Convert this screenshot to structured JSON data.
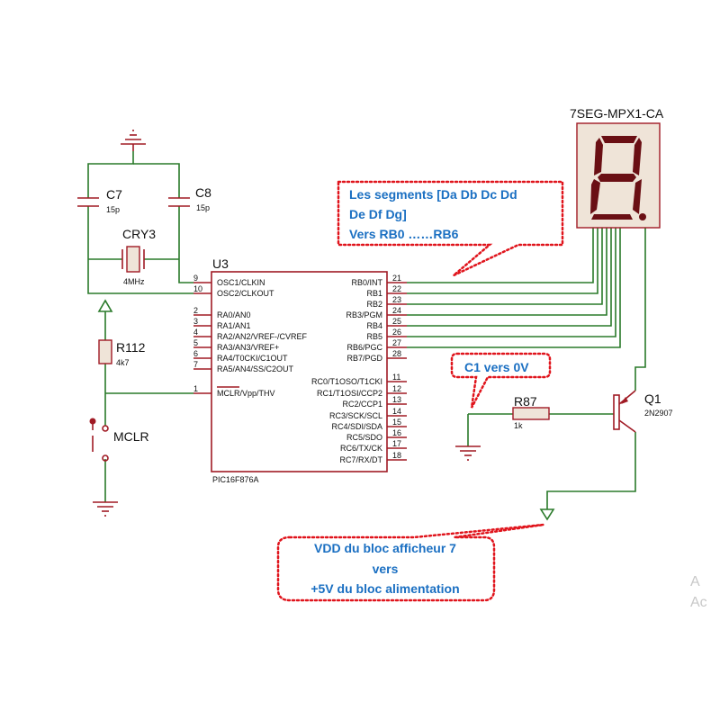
{
  "components": {
    "c7": {
      "ref": "C7",
      "value": "15p"
    },
    "c8": {
      "ref": "C8",
      "value": "15p"
    },
    "cry3": {
      "ref": "CRY3",
      "value": "4MHz"
    },
    "r112": {
      "ref": "R112",
      "value": "4k7"
    },
    "mclr": {
      "ref": "MCLR"
    },
    "u3": {
      "ref": "U3",
      "part": "PIC16F876A"
    },
    "display": {
      "ref": "7SEG-MPX1-CA"
    },
    "r87": {
      "ref": "R87",
      "value": "1k"
    },
    "q1": {
      "ref": "Q1",
      "part": "2N2907"
    }
  },
  "u3_left_pins": [
    {
      "num": "9",
      "name": "OSC1/CLKIN"
    },
    {
      "num": "10",
      "name": "OSC2/CLKOUT"
    },
    {
      "num": "2",
      "name": "RA0/AN0"
    },
    {
      "num": "3",
      "name": "RA1/AN1"
    },
    {
      "num": "4",
      "name": "RA2/AN2/VREF-/CVREF"
    },
    {
      "num": "5",
      "name": "RA3/AN3/VREF+"
    },
    {
      "num": "6",
      "name": "RA4/T0CKI/C1OUT"
    },
    {
      "num": "7",
      "name": "RA5/AN4/SS/C2OUT"
    },
    {
      "num": "1",
      "name": "MCLR/Vpp/THV"
    }
  ],
  "u3_right_pins": [
    {
      "num": "21",
      "name": "RB0/INT"
    },
    {
      "num": "22",
      "name": "RB1"
    },
    {
      "num": "23",
      "name": "RB2"
    },
    {
      "num": "24",
      "name": "RB3/PGM"
    },
    {
      "num": "25",
      "name": "RB4"
    },
    {
      "num": "26",
      "name": "RB5"
    },
    {
      "num": "27",
      "name": "RB6/PGC"
    },
    {
      "num": "28",
      "name": "RB7/PGD"
    },
    {
      "num": "11",
      "name": "RC0/T1OSO/T1CKI"
    },
    {
      "num": "12",
      "name": "RC1/T1OSI/CCP2"
    },
    {
      "num": "13",
      "name": "RC2/CCP1"
    },
    {
      "num": "14",
      "name": "RC3/SCK/SCL"
    },
    {
      "num": "15",
      "name": "RC4/SDI/SDA"
    },
    {
      "num": "16",
      "name": "RC5/SDO"
    },
    {
      "num": "17",
      "name": "RC6/TX/CK"
    },
    {
      "num": "18",
      "name": "RC7/RX/DT"
    }
  ],
  "annotations": {
    "segments": [
      "Les segments [Da Db Dc Dd",
      "De Df Dg]",
      "Vers RB0 ……RB6"
    ],
    "c1": [
      "C1 vers 0V"
    ],
    "vdd": [
      "VDD du bloc afficheur 7",
      "vers",
      "+5V du bloc alimentation"
    ]
  },
  "colors": {
    "wire": "#2a7a2a",
    "component": "#a01a24",
    "note_text": "#1a6fc2",
    "note_border": "#e0141c",
    "segment": "#6a0f14"
  }
}
